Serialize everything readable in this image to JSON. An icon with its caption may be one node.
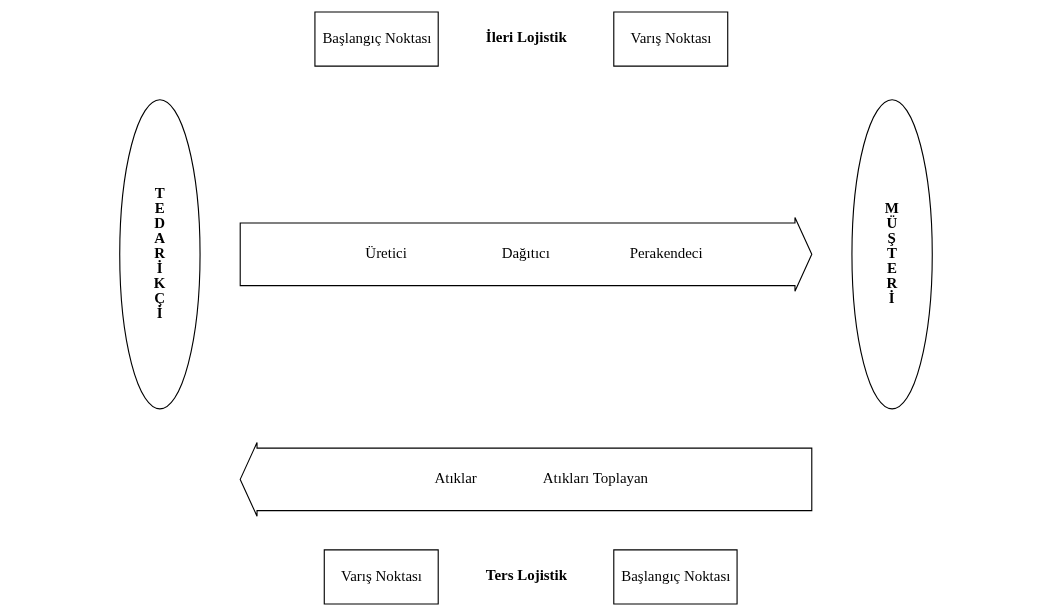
{
  "diagram": {
    "nodes": [
      {
        "text": [
          "Başlangıç Noktası"
        ]
      },
      {
        "text": [
          "Varış Noktası"
        ]
      },
      {
        "text": [
          "TEDARİKÇİ"
        ]
      },
      {
        "text": [
          "Üretici",
          "Dağıtıcı",
          "Perakendeci"
        ]
      },
      {
        "text": [
          "MÜŞTERİ"
        ]
      },
      {
        "text": [
          "Atıklar",
          "Atıkları Toplayan"
        ]
      },
      {
        "text": [
          "Varış Noktası"
        ]
      },
      {
        "text": [
          "Başlangıç Noktası"
        ]
      }
    ],
    "edges": [],
    "labels": [
      "İleri Lojistik",
      "Ters Lojistik"
    ]
  }
}
